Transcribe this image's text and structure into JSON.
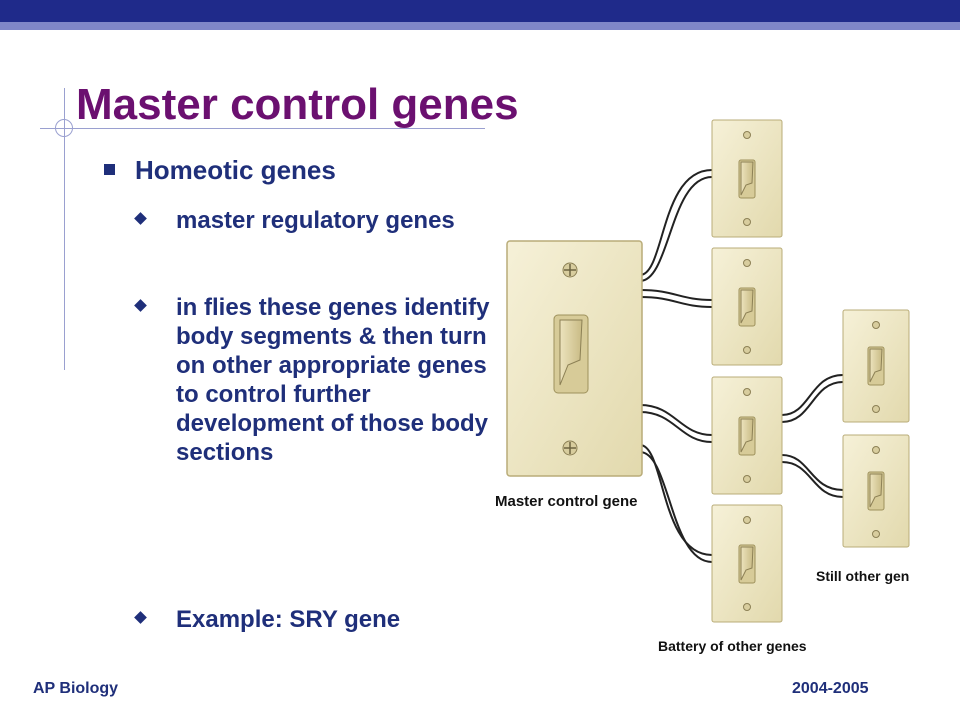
{
  "slide": {
    "title": "Master control genes",
    "bullet": "Homeotic genes",
    "subbullets": [
      "master regulatory genes",
      "in flies these genes identify body segments & then turn on other appropriate genes to control further development of those body sections",
      "Example: SRY gene"
    ]
  },
  "figure": {
    "master_label": "Master control gene",
    "battery_label": "Battery of other genes",
    "still_label": "Still other genes"
  },
  "footer": {
    "left": "AP Biology",
    "right": "2004-2005"
  },
  "colors": {
    "title": "#6b1070",
    "text": "#1f2f7a",
    "topbar": "#1f2a8a",
    "switch_plate": "#f1eccd"
  },
  "icons": [
    "square-bullet-icon",
    "diamond-bullet-icon",
    "light-switch-icon"
  ]
}
